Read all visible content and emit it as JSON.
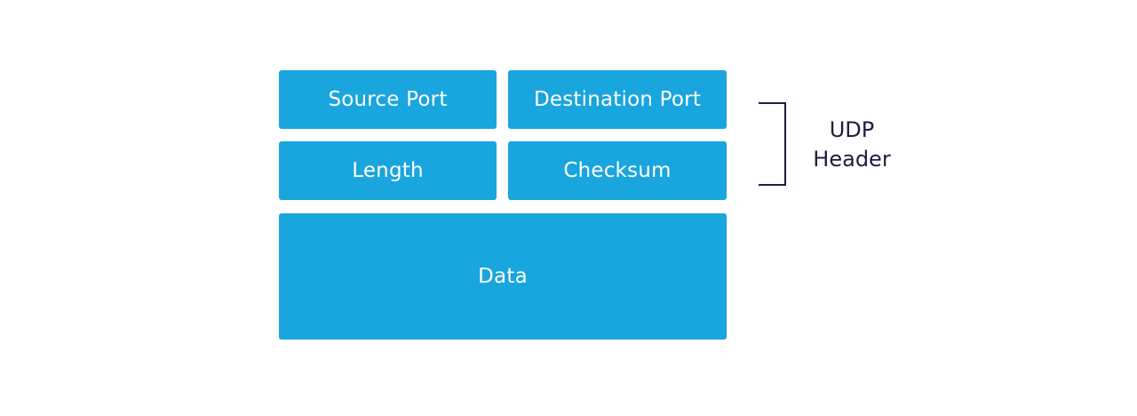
{
  "diagram": {
    "fields": {
      "source_port": "Source Port",
      "destination_port": "Destination Port",
      "length": "Length",
      "checksum": "Checksum",
      "data": "Data"
    },
    "header_label": {
      "line1": "UDP",
      "line2": "Header"
    }
  },
  "colors": {
    "field_background": "#19a5de",
    "field_text": "#ffffff",
    "bracket": "#231942",
    "label_text": "#231942"
  }
}
